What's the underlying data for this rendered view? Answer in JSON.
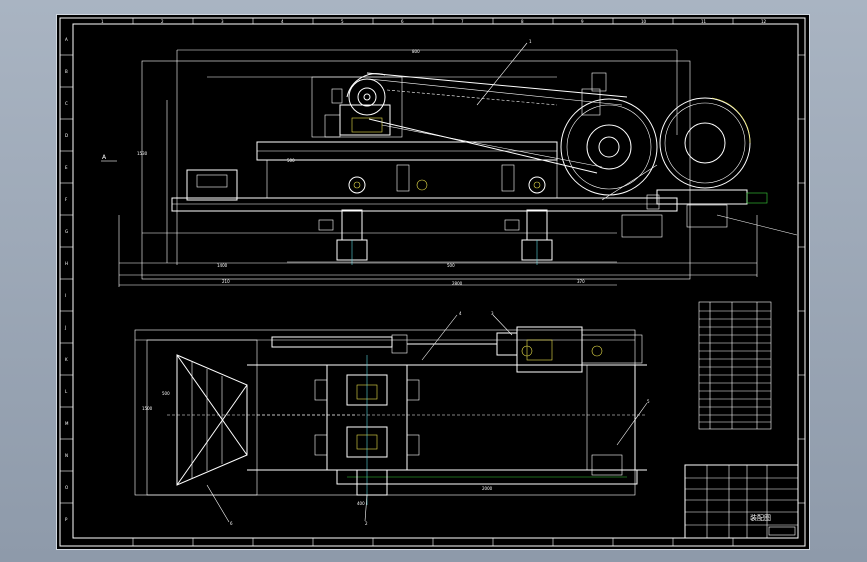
{
  "colors": {
    "page": "#000000",
    "line": "#ffffff",
    "accent_yellow": "#e9e04a",
    "accent_green": "#3ad23a",
    "accent_cyan": "#5bd6e0",
    "backdrop": "#9aa6b5"
  },
  "frame": {
    "top_numbers": [
      "1",
      "2",
      "3",
      "4",
      "5",
      "6",
      "7",
      "8",
      "9",
      "10",
      "11",
      "12"
    ],
    "side_letters": [
      "A",
      "B",
      "C",
      "D",
      "E",
      "F",
      "G",
      "H",
      "I",
      "J",
      "K",
      "L",
      "M",
      "N",
      "O",
      "P"
    ]
  },
  "balloons": {
    "b1": "1",
    "b2": "2",
    "b3": "3",
    "b4": "4",
    "b5": "5",
    "b6": "6",
    "b7": "7"
  },
  "section_mark": "A",
  "title_block": {
    "drawing_title": "装配图"
  }
}
